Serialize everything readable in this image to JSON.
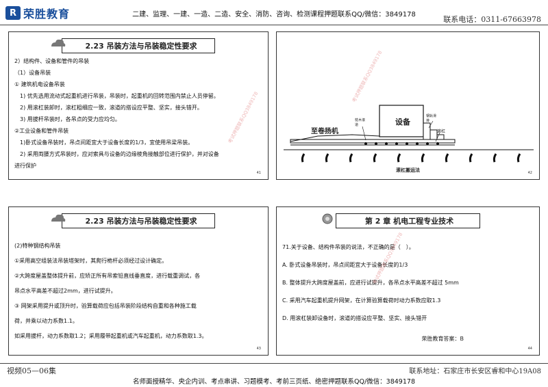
{
  "header": {
    "logo_text": "荣胜教育",
    "banner": "二建、监理、一建、一造、二造、安全、消防、咨询、检测课程押题联系QQ/微信：3849178",
    "phone": "联系电话：0311-67663978"
  },
  "slides": [
    {
      "title": "2.23 吊装方法与吊装稳定性要求",
      "lines": [
        "2）结构件、设备和管件的吊装",
        "（1）设备吊装",
        "① 建筑机电设备吊装",
        "1) 优先选用流动式起重机进行吊装，吊装时，起重机的回转范围内禁止人员停留。",
        "2) 用滚杠装卸时，滚杠粗细应一致，滚道的搭设应平整、坚实，接头错开。",
        "3) 用拔杆吊装时，各吊点的受力应均匀。",
        "②工业设备和管件吊装",
        "1)卧式设备吊装时，吊点间距宜大于设备长度的1/3，宜使用吊梁吊装。",
        "2) 采用両腰方式吊装时，应对索具与设备的边缘棱角接触部位进行保护，并对设备",
        "进行保护"
      ],
      "page": "41"
    },
    {
      "figure_labels": {
        "equipment": "设备",
        "winch": "至卷扬机",
        "lining": "枕木滚道",
        "rail": "钢轨滑排",
        "roller": "滚杠"
      },
      "caption": "滚杠搬运法",
      "page": "42"
    },
    {
      "title": "2.23 吊装方法与吊装稳定性要求",
      "lines": [
        "(2)特种钢结构吊装",
        "①采用高空组装法吊装塔架时，其爬行桅杆必须经过设计确定。",
        "②大跨度屋盖整体提升前，应矫正所有吊索铅直线垂直度，进行载重调试，各",
        "吊点水平高差不超过2mm，进行试提升。",
        "③ 网架采用提升或顶升时，验算载荷应包括吊装阶段结构自重和各种施工载",
        "荷，并乘以动力系数1.1。",
        "如采用拔杆，动力系数取1.2；采用履带起重机或汽车起重机，动力系数取1.3。"
      ],
      "page": "43"
    },
    {
      "title": "第 2 章  机电工程专业技术",
      "lines": [
        "71.关于设备、结构件吊装的说法，不正确的是（　）。",
        "A. 卧式设备吊装时，吊点间距宜大于设备长度的1/3",
        "B. 整体提升大跨度屋盖前，应进行试提升，各吊点水平高差不超过 5mm",
        "C. 采用汽车起重机提升网架，在计算验算载荷时动力系数应取1.3",
        "D. 用滚杠装卸设备时，滚道的搭设应平整、坚实、接头错开"
      ],
      "answer": "荣胜教育答案：B",
      "page": "44"
    }
  ],
  "footer": {
    "left": "视频05—06集",
    "right": "联系地址：石家庄市长安区睿和中心19A08",
    "bottom": "名师面授精华、央企内训、考点串讲、习题模考、考前三页纸、绝密押题联系QQ/微信：3849178"
  },
  "watermark": "考试押题联系QQ3849178"
}
